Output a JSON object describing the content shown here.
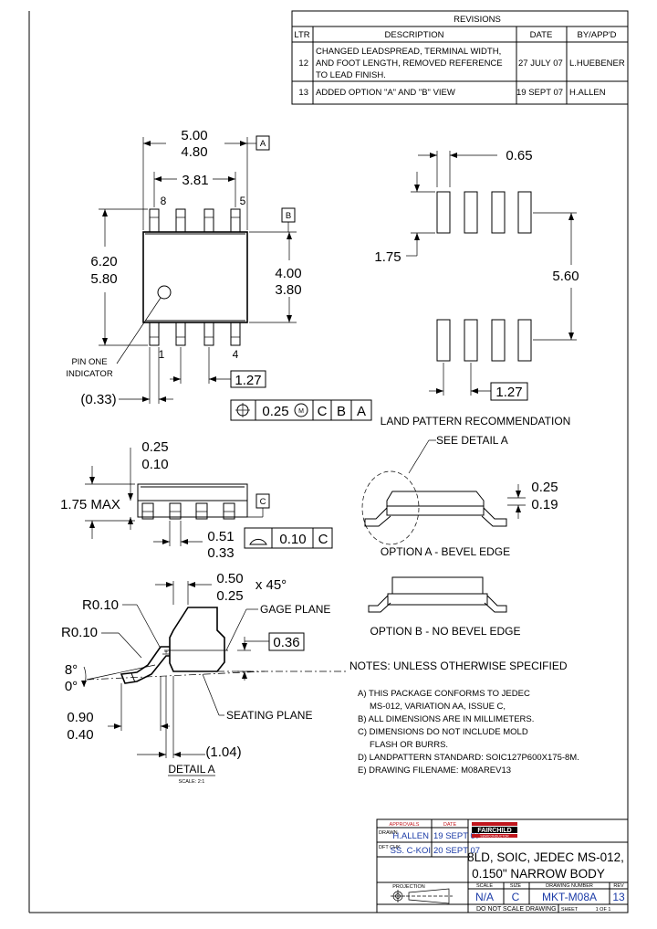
{
  "revisions": {
    "title": "REVISIONS",
    "headers": {
      "ltr": "LTR",
      "description": "DESCRIPTION",
      "date": "DATE",
      "by": "BY/APP'D"
    },
    "rows": [
      {
        "ltr": "12",
        "desc1": "CHANGED LEADSPREAD, TERMINAL WIDTH,",
        "desc2": "AND FOOT LENGTH, REMOVED REFERENCE",
        "desc3": "TO LEAD FINISH.",
        "date": "27 JULY 07",
        "by": "L.HUEBENER"
      },
      {
        "ltr": "13",
        "desc1": "ADDED OPTION \"A\" AND \"B\" VIEW",
        "date": "19 SEPT 07",
        "by": "H.ALLEN"
      }
    ]
  },
  "top_view": {
    "dim_length_max": "5.00",
    "dim_length_min": "4.80",
    "datum_a": "A",
    "datum_b": "B",
    "datum_c": "C",
    "dim_pin_span": "3.81",
    "pin_8": "8",
    "pin_5": "5",
    "pin_1": "1",
    "pin_4": "4",
    "dim_width_max": "6.20",
    "dim_width_min": "5.80",
    "dim_body_max": "4.00",
    "dim_body_min": "3.80",
    "pin_one_line1": "PIN ONE",
    "pin_one_line2": "INDICATOR",
    "dim_pitch": "1.27",
    "dim_lead_width": "(0.33)",
    "fcf_tol": "0.25",
    "fcf_mod": "M",
    "fcf_c": "C",
    "fcf_b": "B",
    "fcf_a": "A"
  },
  "land_pattern": {
    "dim_pad_width": "0.65",
    "dim_pad_length": "1.75",
    "dim_span": "5.60",
    "dim_pitch": "1.27",
    "title": "LAND PATTERN RECOMMENDATION"
  },
  "side_view": {
    "dim_standoff_max": "0.25",
    "dim_standoff_min": "0.10",
    "dim_height": "1.75 MAX",
    "dim_lead_max": "0.51",
    "dim_lead_min": "0.33",
    "profile_tol": "0.10",
    "profile_datum": "C"
  },
  "option_a": {
    "see_detail": "SEE DETAIL A",
    "dim_thk_max": "0.25",
    "dim_thk_min": "0.19",
    "label": "OPTION A - BEVEL EDGE"
  },
  "option_b": {
    "label": "OPTION B - NO BEVEL EDGE"
  },
  "detail_a": {
    "dim_chamfer_max": "0.50",
    "dim_chamfer_min": "0.25",
    "chamfer_angle": "x 45°",
    "r1": "R0.10",
    "r2": "R0.10",
    "gage_plane": "GAGE PLANE",
    "gage_dim": "0.36",
    "angle_max": "8°",
    "angle_min": "0°",
    "foot_max": "0.90",
    "foot_min": "0.40",
    "seating_plane": "SEATING PLANE",
    "footprint": "(1.04)",
    "title": "DETAIL A",
    "scale": "SCALE: 2:1"
  },
  "notes": {
    "header": "NOTES: UNLESS OTHERWISE SPECIFIED",
    "a1": "A)  THIS PACKAGE CONFORMS TO JEDEC",
    "a2": "MS-012, VARIATION AA, ISSUE C,",
    "b": "B)  ALL DIMENSIONS ARE IN MILLIMETERS.",
    "c1": "C)  DIMENSIONS DO NOT INCLUDE MOLD",
    "c2": "FLASH OR BURRS.",
    "d": "D) LANDPATTERN STANDARD: SOIC127P600X175-8M.",
    "e": "E)  DRAWING FILENAME: M08AREV13"
  },
  "title_block": {
    "approvals": "APPROVALS",
    "date_hdr": "DATE",
    "drawn_lbl": "DRAWN",
    "drawn_name": "H.ALLEN",
    "drawn_date": "19 SEPT 07",
    "check_lbl": "DFT CHK",
    "check_name": "SS. C-KOI",
    "check_date": "20 SEPT 07",
    "company": "FAIRCHILD",
    "company_sub": "SEMICONDUCTOR",
    "title1": "8LD, SOIC, JEDEC MS-012,",
    "title2": "0.150\" NARROW BODY",
    "proj_lbl": "PROJECTION",
    "scale_lbl": "SCALE",
    "size_lbl": "SIZE",
    "dwg_lbl": "DRAWING NUMBER",
    "rev_lbl": "REV",
    "scale_val": "N/A",
    "size_val": "C",
    "dwg_val": "MKT-M08A",
    "rev_val": "13",
    "no_scale": "DO NOT SCALE DRAWING",
    "sheet_lbl": "SHEET",
    "sheet_val": "1 OF 1"
  }
}
